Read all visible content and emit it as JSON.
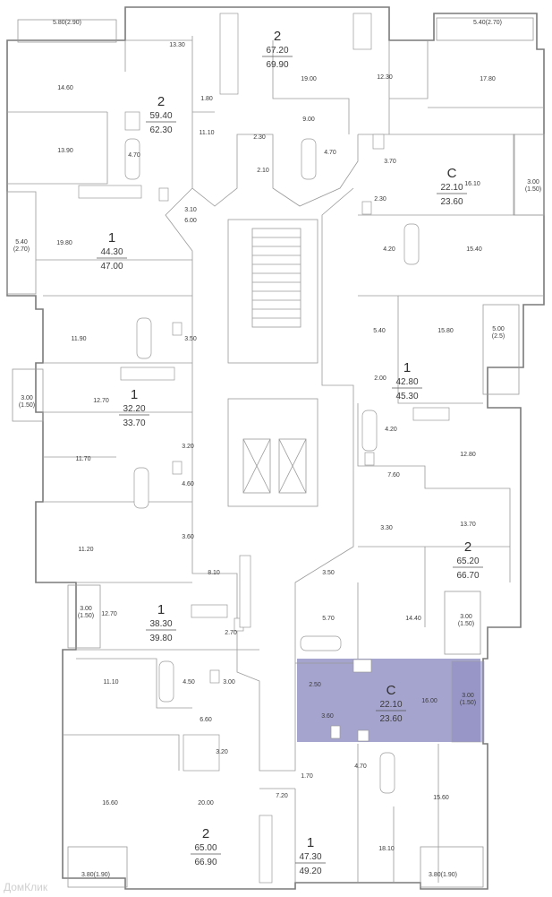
{
  "apartments": [
    {
      "type": "2",
      "area_living": "59.40",
      "area_total": "62.30"
    },
    {
      "type": "2",
      "area_living": "67.20",
      "area_total": "69.90"
    },
    {
      "type": "C",
      "area_living": "22.10",
      "area_total": "23.60"
    },
    {
      "type": "1",
      "area_living": "44.30",
      "area_total": "47.00"
    },
    {
      "type": "1",
      "area_living": "42.80",
      "area_total": "45.30"
    },
    {
      "type": "1",
      "area_living": "32.20",
      "area_total": "33.70"
    },
    {
      "type": "2",
      "area_living": "65.20",
      "area_total": "66.70"
    },
    {
      "type": "1",
      "area_living": "38.30",
      "area_total": "39.80"
    },
    {
      "type": "C",
      "area_living": "22.10",
      "area_total": "23.60"
    },
    {
      "type": "2",
      "area_living": "65.00",
      "area_total": "66.90"
    },
    {
      "type": "1",
      "area_living": "47.30",
      "area_total": "49.20"
    }
  ],
  "rooms": [
    "5.80(2.90)",
    "13.30",
    "14.60",
    "13.90",
    "1.80",
    "11.10",
    "4.70",
    "2.30",
    "2.10",
    "19.00",
    "9.00",
    "12.30",
    "5.40(2.70)",
    "17.80",
    "4.70",
    "3.70",
    "2.30",
    "16.10",
    "3.00",
    "(1.50)",
    "3.10",
    "6.00",
    "19.80",
    "5.40",
    "(2.70)",
    "11.90",
    "3.50",
    "4.20",
    "15.40",
    "5.40",
    "15.80",
    "5.00",
    "(2.5)",
    "2.00",
    "12.70",
    "3.00",
    "(1.50)",
    "4.20",
    "12.80",
    "3.20",
    "11.70",
    "4.60",
    "7.60",
    "11.20",
    "3.60",
    "3.30",
    "13.70",
    "8.10",
    "3.50",
    "12.70",
    "3.00",
    "(1.50)",
    "2.70",
    "5.70",
    "14.40",
    "3.00",
    "(1.50)",
    "11.10",
    "4.50",
    "3.00",
    "2.50",
    "16.00",
    "3.00",
    "(1.50)",
    "3.60",
    "6.60",
    "3.20",
    "1.70",
    "4.70",
    "16.60",
    "20.00",
    "7.20",
    "15.60",
    "18.10",
    "3.80(1.90)",
    "3.80(1.90)"
  ],
  "watermark": "ДомКлик"
}
